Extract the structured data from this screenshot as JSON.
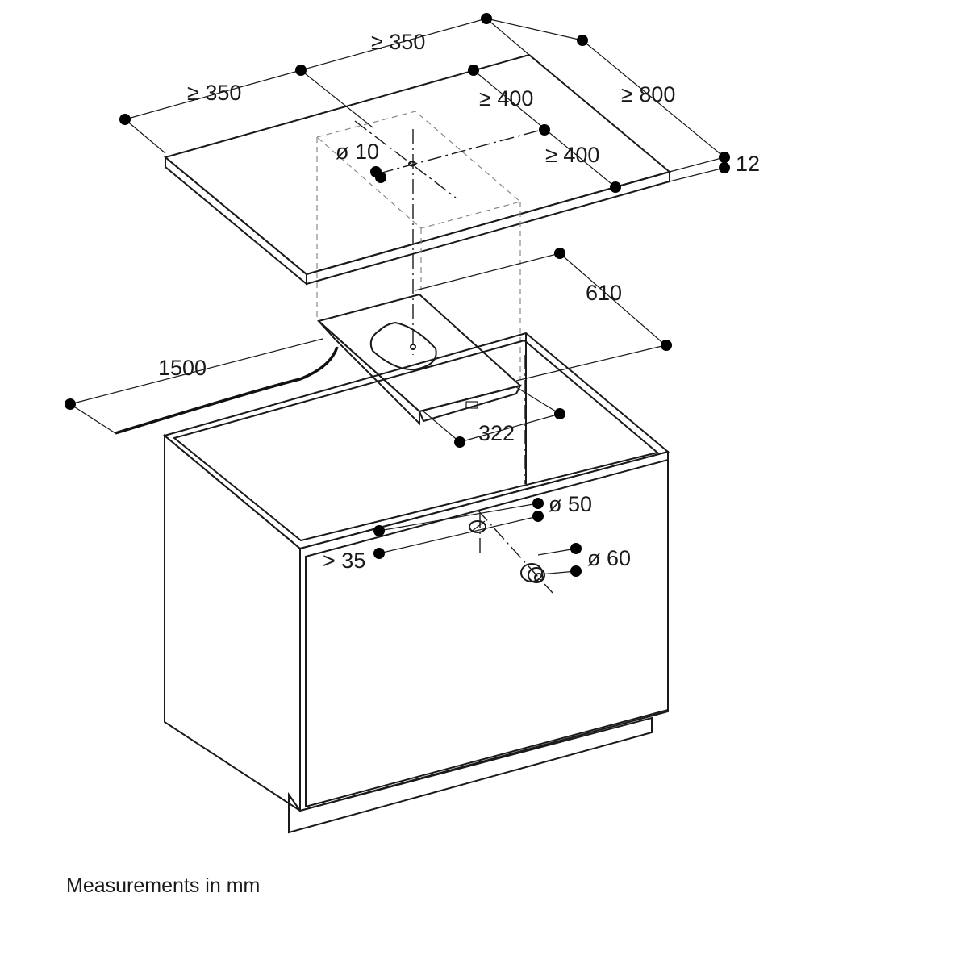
{
  "dimensions": {
    "side_clearance_1": "≥ 350",
    "side_clearance_2": "≥ 350",
    "rear_clearance": "≥ 400",
    "hole_offset": "≥ 400",
    "depth": "≥ 800",
    "hole_diameter": "ø 10",
    "worktop_thickness": "12",
    "cable_length": "1500",
    "unit_depth": "610",
    "unit_width": "322",
    "cable_hole": "ø 50",
    "front_offset": "> 35",
    "drain_diameter": "ø 60"
  },
  "caption": "Measurements in mm"
}
